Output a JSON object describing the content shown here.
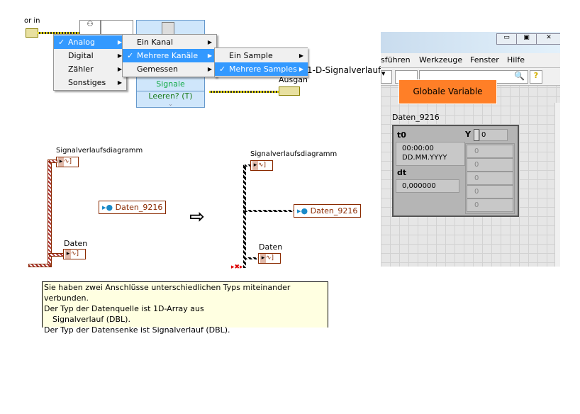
{
  "top_diagram": {
    "label_in": "or in",
    "signale": "Signale",
    "leeren": "Leeren? (T)",
    "ausgang": "Ausgan",
    "signal_label": "1-D-Signalverlauf"
  },
  "menus": {
    "level1": [
      {
        "label": "Analog",
        "checked": true
      },
      {
        "label": "Digital"
      },
      {
        "label": "Zähler"
      },
      {
        "label": "Sonstiges"
      }
    ],
    "level2": [
      {
        "label": "Ein Kanal"
      },
      {
        "label": "Mehrere Kanäle",
        "checked": true
      },
      {
        "label": "Gemessen"
      }
    ],
    "level3": [
      {
        "label": "Ein Sample"
      },
      {
        "label": "Mehrere Samples",
        "checked": true
      }
    ],
    "check": "✓",
    "arrow": "▶"
  },
  "front_panel": {
    "menu": [
      "sführen",
      "Werkzeuge",
      "Fenster",
      "Hilfe"
    ],
    "tooltip": "Globale Variable",
    "cluster_label": "Daten_9216",
    "t0_label": "t0",
    "t0_time": "00:00:00",
    "t0_date": "DD.MM.YYYY",
    "dt_label": "dt",
    "dt_value": "0,000000",
    "y_label": "Y",
    "y_index": "0",
    "y_values": [
      "0",
      "0",
      "0",
      "0",
      "0"
    ],
    "accent": "#ff7f27"
  },
  "diagram_left": {
    "chart": "Signalverlaufsdiagramm",
    "global": "Daten_9216",
    "daten": "Daten"
  },
  "diagram_right": {
    "chart": "Signalverlaufsdiagramm",
    "global": "Daten_9216",
    "daten": "Daten"
  },
  "error_tooltip": {
    "lines": [
      "Sie haben zwei Anschlüsse unterschiedlichen Typs miteinander verbunden.",
      "Der Typ der Datenquelle ist 1D-Array aus",
      "Signalverlauf (DBL).",
      "Der Typ der Datensenke ist Signalverlauf (DBL)."
    ]
  }
}
